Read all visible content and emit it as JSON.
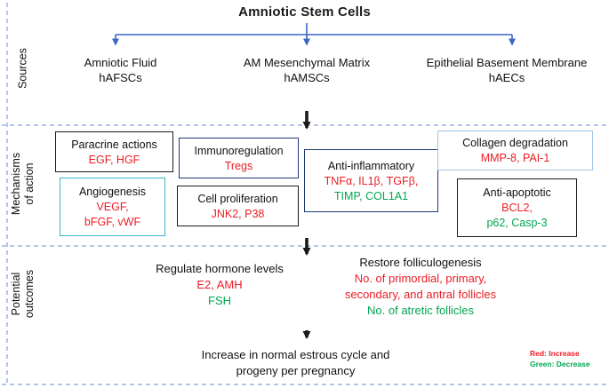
{
  "title": "Amniotic Stem Cells",
  "colors": {
    "red": "#ec1c24",
    "green": "#00a651",
    "blue": "#3a66c4",
    "navy": "#1f3a73",
    "cyan": "#38b6c9",
    "lightblue": "#9cc3e8",
    "ink": "#1a1a1a"
  },
  "sources": {
    "side_label": "Sources",
    "items": [
      {
        "name": "Amniotic Fluid",
        "abbr": "hAFSCs"
      },
      {
        "name": "AM Mesenchymal Matrix",
        "abbr": "hAMSCs"
      },
      {
        "name": "Epithelial Basement Membrane",
        "abbr": "hAECs"
      }
    ]
  },
  "mechanisms": {
    "side_label_line1": "Mechanisms",
    "side_label_line2": "of action",
    "boxes": [
      {
        "title": "Paracrine actions",
        "lines": [
          {
            "text": "EGF, HGF",
            "color": "red"
          }
        ]
      },
      {
        "title": "Immunoregulation",
        "lines": [
          {
            "text": "Tregs",
            "color": "red"
          }
        ]
      },
      {
        "title": "Anti-inflammatory",
        "lines": [
          {
            "text": "TNFα, IL1β, TGFβ,",
            "color": "red"
          },
          {
            "text": "TIMP, COL1A1",
            "color": "green"
          }
        ]
      },
      {
        "title": "Collagen degradation",
        "lines": [
          {
            "text": "MMP-8, PAI-1",
            "color": "red"
          }
        ]
      },
      {
        "title": "Angiogenesis",
        "lines": [
          {
            "text": "VEGF,",
            "color": "red"
          },
          {
            "text": "bFGF, vWF",
            "color": "red"
          }
        ]
      },
      {
        "title": "Cell proliferation",
        "lines": [
          {
            "text": "JNK2, P38",
            "color": "red"
          }
        ]
      },
      {
        "title": "Anti-apoptotic",
        "lines": [
          {
            "text": "BCL2,",
            "color": "red"
          },
          {
            "text": "p62, Casp-3",
            "color": "green"
          }
        ]
      }
    ]
  },
  "outcomes": {
    "side_label_line1": "Potential",
    "side_label_line2": "outcomes",
    "groups": [
      {
        "title": "Regulate hormone levels",
        "lines": [
          {
            "text": "E2, AMH",
            "color": "red"
          },
          {
            "text": "FSH",
            "color": "green"
          }
        ]
      },
      {
        "title": "Restore folliculogenesis",
        "lines": [
          {
            "text": "No. of primordial, primary,",
            "color": "red"
          },
          {
            "text": "secondary, and antral follicles",
            "color": "red"
          },
          {
            "text": "No. of atretic follicles",
            "color": "green"
          }
        ]
      }
    ]
  },
  "final": {
    "line1": "Increase in normal estrous cycle and",
    "line2": "progeny per pregnancy"
  },
  "legend": {
    "items": [
      {
        "text": "Red: Increase",
        "color": "red"
      },
      {
        "text": "Green: Decrease",
        "color": "green"
      }
    ]
  }
}
